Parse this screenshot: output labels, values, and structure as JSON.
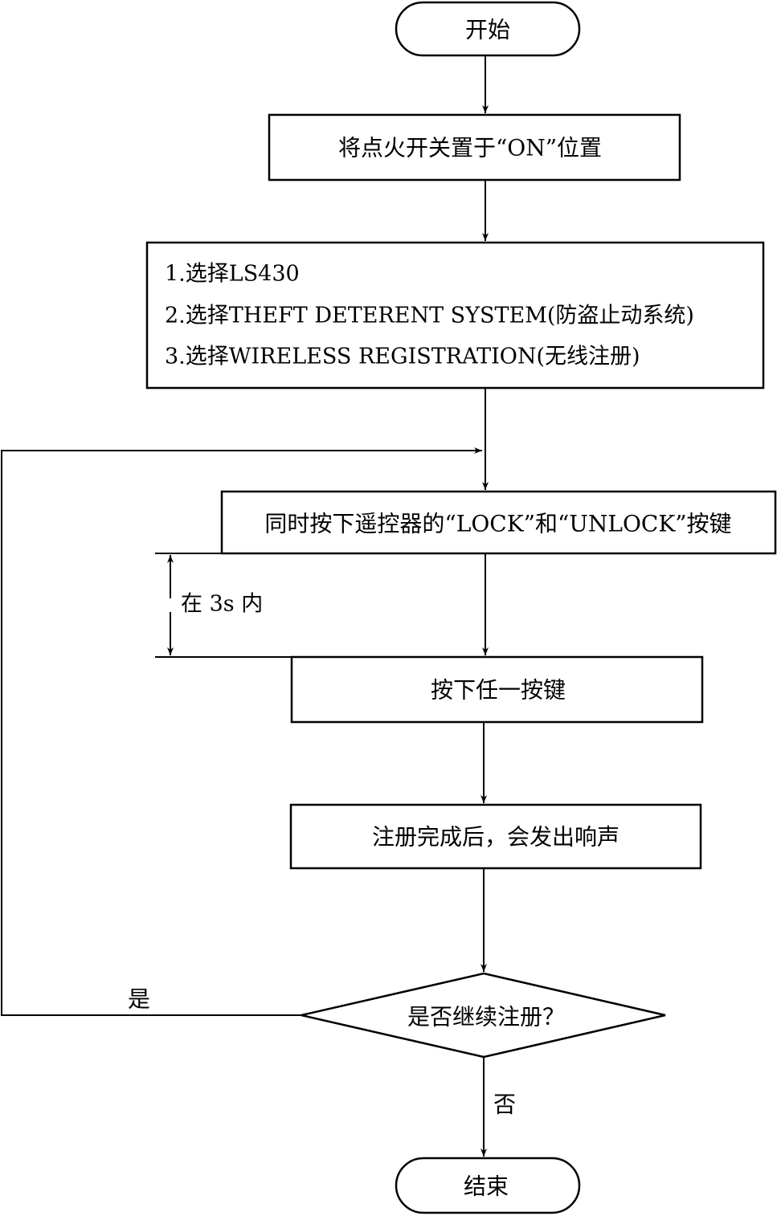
{
  "nodes": {
    "start": "开始",
    "ignition": "将点火开关置于“ON”位置",
    "menu_lines": [
      "1.选择LS430",
      "2.选择THEFT DETERENT SYSTEM(防盗止动系统)",
      "3.选择WIRELESS REGISTRATION(无线注册)"
    ],
    "press_lock_unlock": "同时按下遥控器的“LOCK”和“UNLOCK”按键",
    "press_any": "按下任一按键",
    "registration_done": "注册完成后，会发出响声",
    "decision": "是否继续注册？",
    "end": "结束"
  },
  "labels": {
    "within_time": "在 3s 内",
    "yes": "是",
    "no": "否"
  }
}
